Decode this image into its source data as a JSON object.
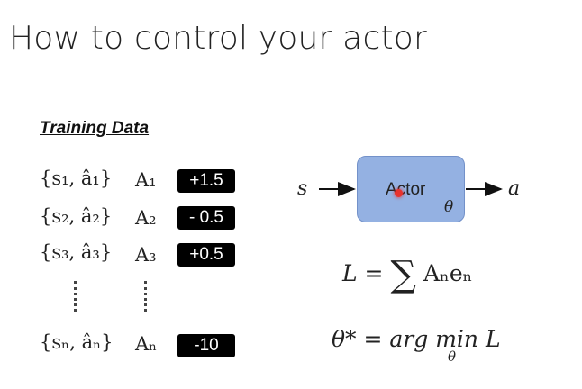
{
  "slide": {
    "title": "How to control your actor"
  },
  "training": {
    "heading": "Training Data",
    "rows": [
      {
        "pair": "{s₁, â₁}",
        "adv": "A₁",
        "value": "+1.5"
      },
      {
        "pair": "{s₂, â₂}",
        "adv": "A₂",
        "value": "- 0.5"
      },
      {
        "pair": "{s₃, â₃}",
        "adv": "A₃",
        "value": "+0.5"
      },
      {
        "pair": "{sₙ, âₙ}",
        "adv": "Aₙ",
        "value": "-10"
      }
    ]
  },
  "actor": {
    "label": "Actor",
    "param": "θ",
    "input": "s",
    "output": "a"
  },
  "formulas": {
    "loss_lhs": "L =",
    "loss_sum": "∑",
    "loss_rhs": "Aₙeₙ",
    "objective": "θ* = arg min L",
    "objective_sub": "θ"
  },
  "colors": {
    "badge_bg": "#000000",
    "actor_fill": "#94b1e2",
    "pointer": "#e8322e"
  }
}
